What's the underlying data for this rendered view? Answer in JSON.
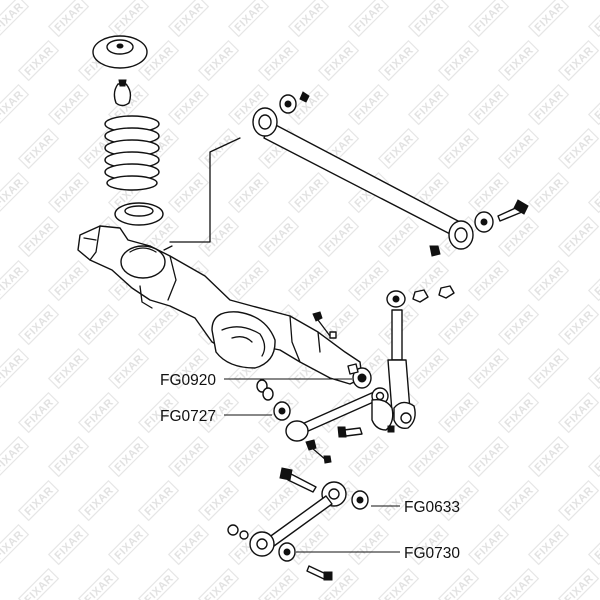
{
  "watermark": {
    "text": "FIXAR"
  },
  "callouts": [
    {
      "id": "fg0920",
      "label": "FG0920"
    },
    {
      "id": "fg0727",
      "label": "FG0727"
    },
    {
      "id": "fg0633",
      "label": "FG0633"
    },
    {
      "id": "fg0730",
      "label": "FG0730"
    }
  ]
}
